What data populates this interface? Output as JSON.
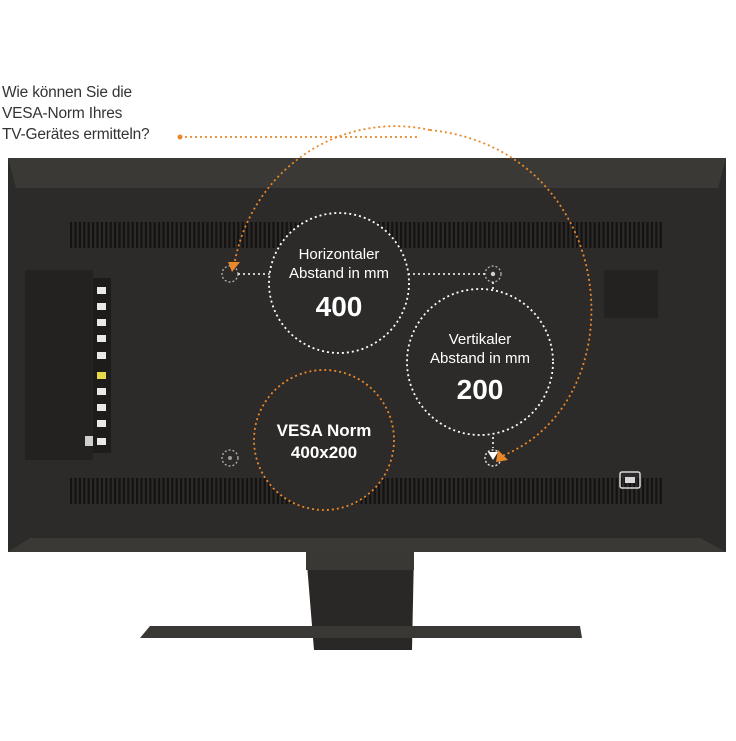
{
  "question": {
    "line1": "Wie können Sie die",
    "line2": "VESA-Norm Ihres",
    "line3": "TV-Gerätes ermitteln?"
  },
  "horizontal": {
    "label_line1": "Horizontaler",
    "label_line2": "Abstand in mm",
    "value": "400"
  },
  "vertical": {
    "label_line1": "Vertikaler",
    "label_line2": "Abstand in mm",
    "value": "200"
  },
  "vesa": {
    "line1": "VESA Norm",
    "line2": "400x200"
  },
  "colors": {
    "accent": "#e8882a",
    "tv_body": "#2d2b29",
    "text_dark": "#333333"
  }
}
